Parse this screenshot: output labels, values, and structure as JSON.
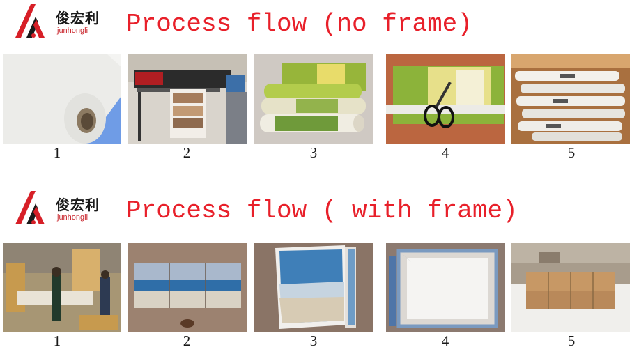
{
  "brand": {
    "name_cn": "俊宏利",
    "name_en": "junhongli",
    "accent": "#e8202a"
  },
  "sections": [
    {
      "title": "Process flow (no frame)",
      "steps": [
        {
          "number": "1",
          "image": "canvas-roll-photo"
        },
        {
          "number": "2",
          "image": "large-format-printer-photo"
        },
        {
          "number": "3",
          "image": "printed-canvas-rolls-photo"
        },
        {
          "number": "4",
          "image": "cutting-with-scissors-photo"
        },
        {
          "number": "5",
          "image": "packed-tubes-photo"
        }
      ]
    },
    {
      "title": "Process flow ( with frame)",
      "steps": [
        {
          "number": "1",
          "image": "frame-workshop-photo"
        },
        {
          "number": "2",
          "image": "triptych-beach-canvas-photo"
        },
        {
          "number": "3",
          "image": "stretched-canvas-photo"
        },
        {
          "number": "4",
          "image": "canvas-on-frame-back-photo"
        },
        {
          "number": "5",
          "image": "boxed-cartons-photo"
        }
      ]
    }
  ]
}
